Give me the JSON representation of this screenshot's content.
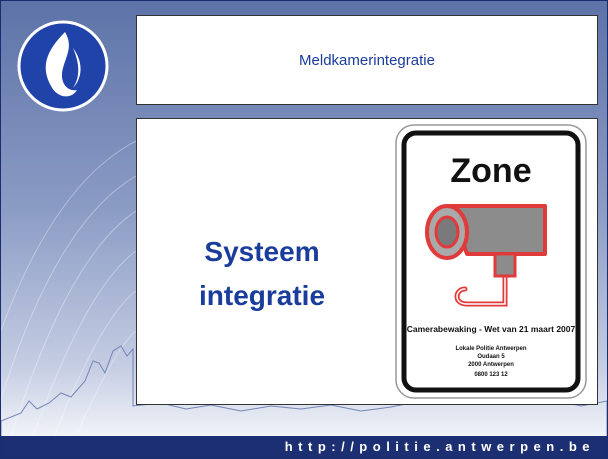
{
  "slide": {
    "title": "Meldkamerintegratie",
    "main_text_line1": "Systeem",
    "main_text_line2": "integratie",
    "footer_url": "http://politie.antwerpen.be"
  },
  "sign": {
    "heading": "Zone",
    "caption": "Camerabewaking - Wet van 21 maart 2007",
    "org": "Lokale Politie Antwerpen",
    "street": "Oudaan 5",
    "city": "2000 Antwerpen",
    "phone": "0800 123 12"
  },
  "colors": {
    "accent": "#1a3d9c",
    "footer": "#1d2f73",
    "sign_red": "#e03a3a"
  }
}
